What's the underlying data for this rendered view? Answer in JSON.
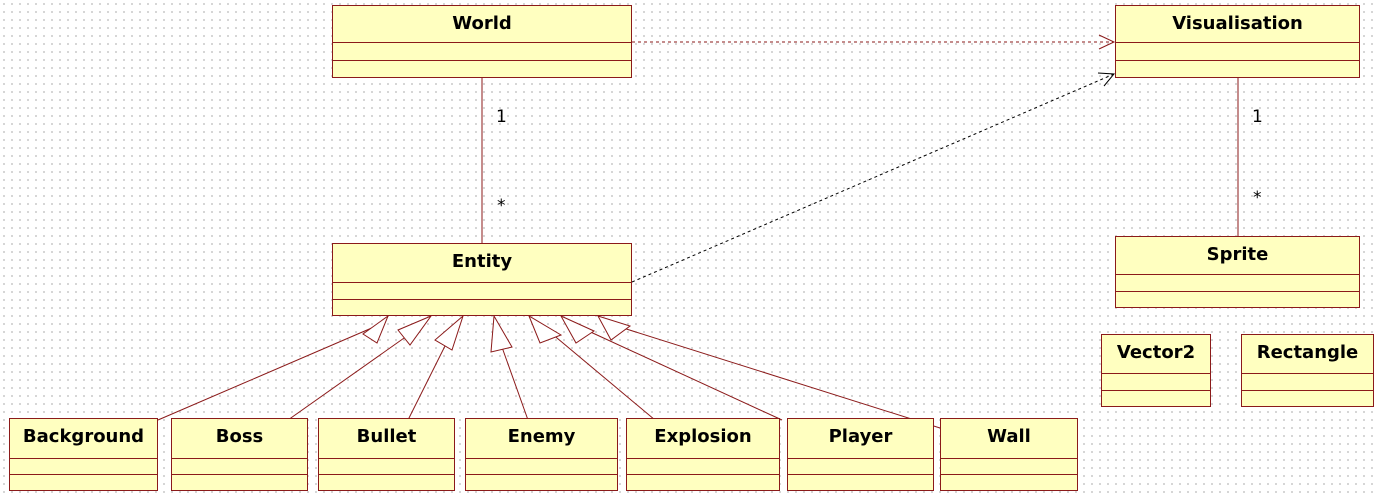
{
  "classes": {
    "world": "World",
    "visualisation": "Visualisation",
    "entity": "Entity",
    "sprite": "Sprite",
    "vector2": "Vector2",
    "rectangle": "Rectangle",
    "background": "Background",
    "boss": "Boss",
    "bullet": "Bullet",
    "enemy": "Enemy",
    "explosion": "Explosion",
    "player": "Player",
    "wall": "Wall"
  },
  "multiplicities": {
    "world_end": "1",
    "entity_end": "*",
    "visualisation_end": "1",
    "sprite_end": "*"
  },
  "colors": {
    "class_fill": "#ffffc0",
    "class_border": "#8b1a1a",
    "dependency_world": "#8b1a1a",
    "dependency_entity": "#000000"
  }
}
